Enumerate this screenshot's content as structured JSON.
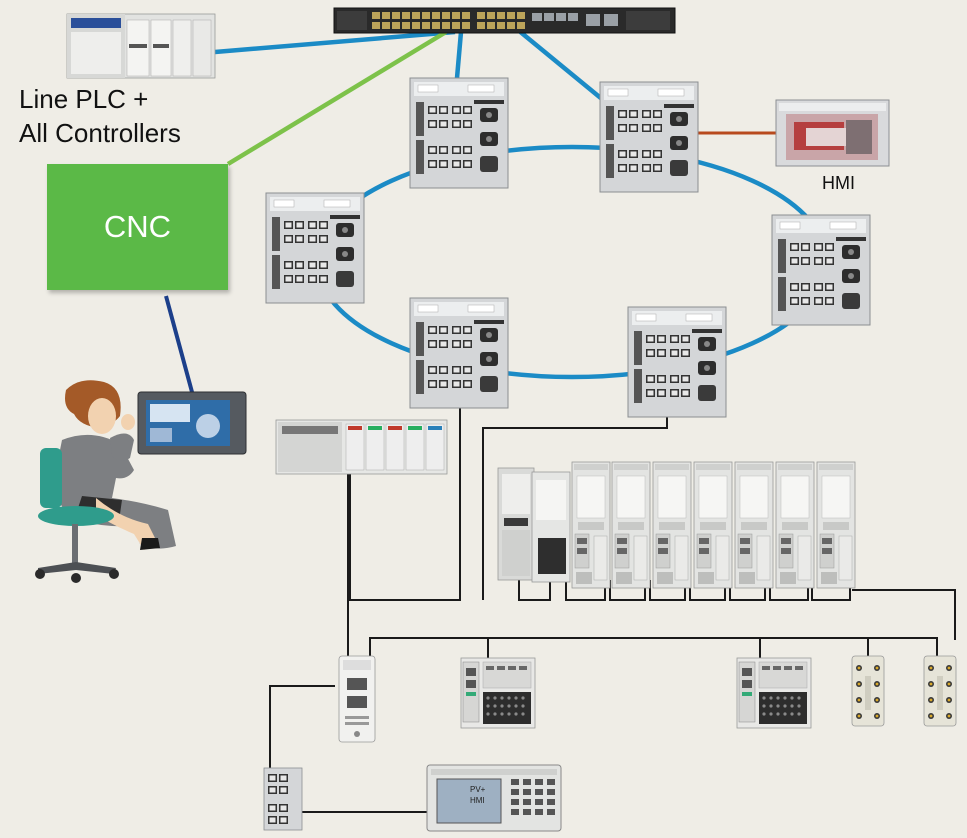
{
  "labels": {
    "line_plc": "Line PLC +",
    "all_controllers": "All Controllers",
    "cnc": "CNC",
    "hmi": "HMI",
    "pv_screen_line1": "PV+",
    "pv_screen_line2": "HMI"
  },
  "colors": {
    "background": "#efede6",
    "ethernet_ring": "#1b8bc6",
    "cnc_box": "#5bb947",
    "cnc_link": "#7dc24a",
    "hmi_link": "#b84a1e",
    "operator_link": "#1c3f8a",
    "device_cable": "#1a1a1a"
  },
  "icons": [
    "ethernet-switch-icon",
    "plc-rack-icon",
    "stratix-switch-icon",
    "hmi-panel-icon",
    "operator-icon",
    "servo-drive-icon",
    "io-module-icon",
    "keypad-terminal-icon"
  ]
}
